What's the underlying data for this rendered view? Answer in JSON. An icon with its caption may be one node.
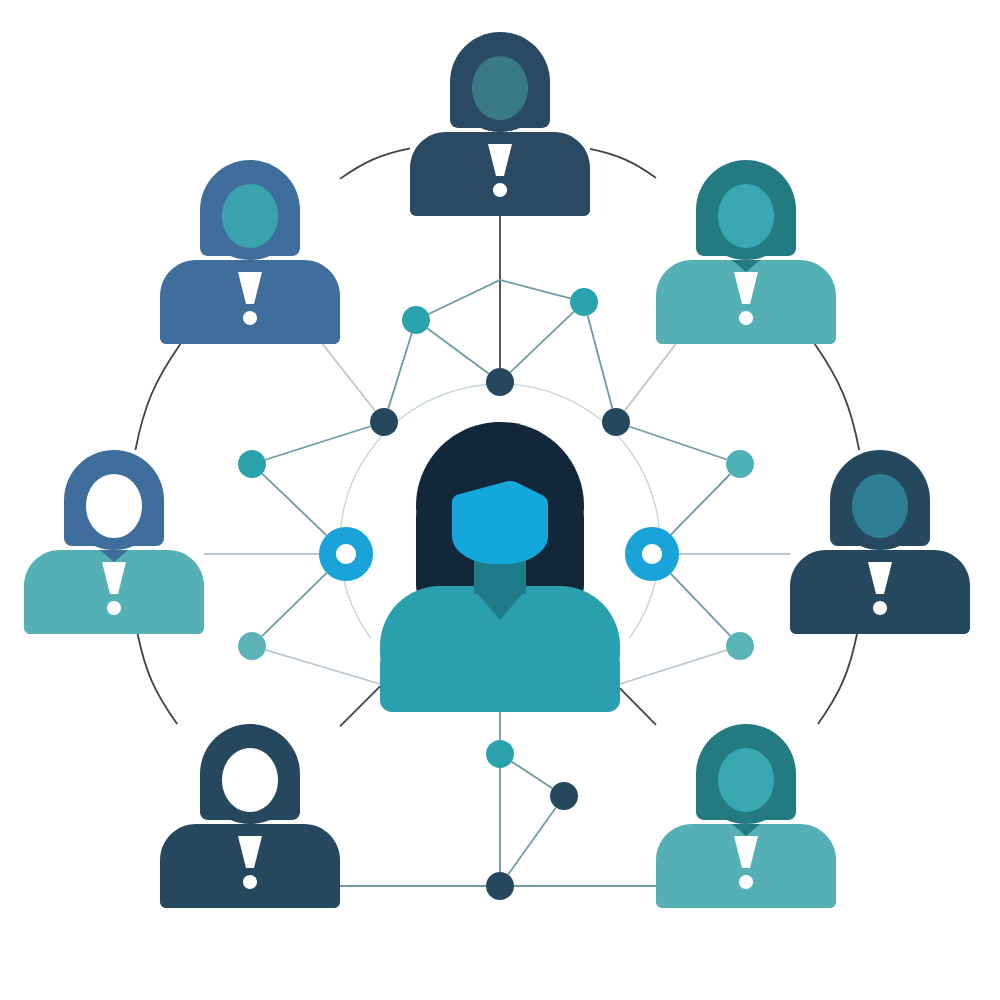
{
  "diagram": {
    "nodes": [
      {
        "text": [],
        "shape": "person"
      },
      {
        "text": [],
        "shape": "person"
      },
      {
        "text": [],
        "shape": "person"
      },
      {
        "text": [],
        "shape": "person"
      },
      {
        "text": [],
        "shape": "person"
      },
      {
        "text": [],
        "shape": "person"
      },
      {
        "text": [],
        "shape": "person"
      },
      {
        "text": [],
        "shape": "person"
      },
      {
        "text": [],
        "shape": "circle"
      },
      {
        "text": [],
        "shape": "circle"
      },
      {
        "text": [],
        "shape": "circle"
      },
      {
        "text": [],
        "shape": "circle"
      },
      {
        "text": [],
        "shape": "circle"
      },
      {
        "text": [],
        "shape": "circle"
      },
      {
        "text": [],
        "shape": "circle"
      },
      {
        "text": [],
        "shape": "circle"
      },
      {
        "text": [],
        "shape": "circle"
      },
      {
        "text": [],
        "shape": "ring"
      },
      {
        "text": [],
        "shape": "ring"
      },
      {
        "text": [],
        "shape": "circle"
      },
      {
        "text": [],
        "shape": "circle"
      },
      {
        "text": [],
        "shape": "circle"
      }
    ],
    "edges": [
      {
        "from": 1,
        "to": 8,
        "arrow": "none",
        "color": "#3b434c"
      },
      {
        "from": 9,
        "to": 8,
        "arrow": "none"
      },
      {
        "from": 10,
        "to": 8,
        "arrow": "none"
      },
      {
        "from": 9,
        "to": 10,
        "arrow": "none"
      },
      {
        "from": 9,
        "to": 11,
        "arrow": "none"
      },
      {
        "from": 10,
        "to": 12,
        "arrow": "none"
      },
      {
        "from": 11,
        "to": 13,
        "arrow": "none"
      },
      {
        "from": 12,
        "to": 15,
        "arrow": "none"
      },
      {
        "from": 13,
        "to": 17,
        "arrow": "none"
      },
      {
        "from": 17,
        "to": 14,
        "arrow": "none"
      },
      {
        "from": 15,
        "to": 18,
        "arrow": "none"
      },
      {
        "from": 18,
        "to": 16,
        "arrow": "none"
      },
      {
        "from": 4,
        "to": 17,
        "arrow": "none",
        "color": "#b9c9cf"
      },
      {
        "from": 18,
        "to": 5,
        "arrow": "none",
        "color": "#b9c9cf"
      },
      {
        "from": 2,
        "to": 11,
        "arrow": "none",
        "color": "#b9c9cf"
      },
      {
        "from": 3,
        "to": 12,
        "arrow": "none",
        "color": "#b9c9cf"
      },
      {
        "from": 14,
        "to": 0,
        "arrow": "none",
        "color": "#b9c9cf"
      },
      {
        "from": 16,
        "to": 0,
        "arrow": "none",
        "color": "#b9c9cf"
      },
      {
        "from": 1,
        "to": 2,
        "arrow": "none",
        "color": "#3b434c"
      },
      {
        "from": 1,
        "to": 3,
        "arrow": "none",
        "color": "#3b434c"
      },
      {
        "from": 2,
        "to": 4,
        "arrow": "none",
        "color": "#3b434c"
      },
      {
        "from": 3,
        "to": 5,
        "arrow": "none",
        "color": "#3b434c"
      },
      {
        "from": 4,
        "to": 6,
        "arrow": "none",
        "color": "#3b434c"
      },
      {
        "from": 5,
        "to": 7,
        "arrow": "none",
        "color": "#3b434c"
      },
      {
        "from": 6,
        "to": 0,
        "arrow": "none",
        "color": "#3b434c"
      },
      {
        "from": 7,
        "to": 0,
        "arrow": "none",
        "color": "#3b434c"
      },
      {
        "from": 6,
        "to": 21,
        "arrow": "none"
      },
      {
        "from": 21,
        "to": 7,
        "arrow": "none"
      },
      {
        "from": 21,
        "to": 19,
        "arrow": "none"
      },
      {
        "from": 19,
        "to": 20,
        "arrow": "none"
      },
      {
        "from": 20,
        "to": 21,
        "arrow": "none"
      },
      {
        "from": 19,
        "to": 0,
        "arrow": "none"
      }
    ]
  }
}
